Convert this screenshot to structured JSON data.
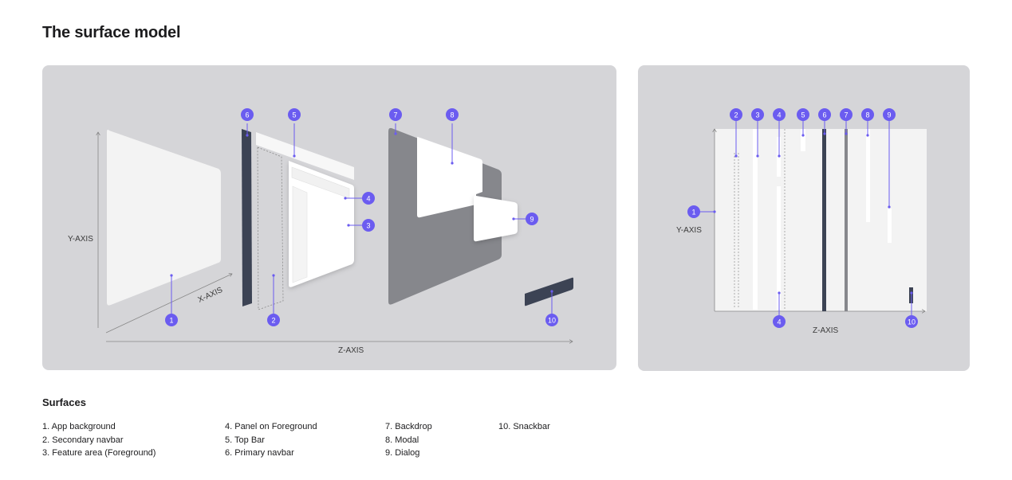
{
  "title": "The surface model",
  "axes": {
    "y": "Y-AXIS",
    "x": "X-AXIS",
    "z": "Z-AXIS"
  },
  "badges": [
    "1",
    "2",
    "3",
    "4",
    "5",
    "6",
    "7",
    "8",
    "9",
    "10"
  ],
  "colors": {
    "accent": "#6b5cf0",
    "panel_bg": "#d5d5d8",
    "navbar_dark": "#3c4354",
    "backdrop": "#86878c",
    "surface_light": "#f3f3f3"
  },
  "legend": {
    "heading": "Surfaces",
    "columns": [
      [
        "1. App background",
        "2. Secondary navbar",
        "3. Feature area (Foreground)"
      ],
      [
        "4. Panel on Foreground",
        "5. Top Bar",
        "6. Primary navbar"
      ],
      [
        "7. Backdrop",
        "8. Modal",
        "9. Dialog"
      ],
      [
        "10. Snackbar"
      ]
    ]
  }
}
